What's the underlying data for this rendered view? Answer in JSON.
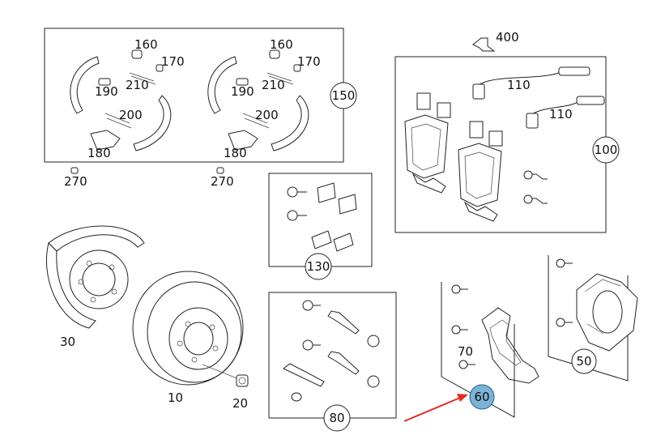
{
  "colors": {
    "highlight": "#7bb3d8",
    "arrow": "#e32b22",
    "line": "#222222"
  },
  "callouts": {
    "c10": "10",
    "c20": "20",
    "c30": "30",
    "c50": "50",
    "c60": "60",
    "c70": "70",
    "c80": "80",
    "c100": "100",
    "c110a": "110",
    "c110b": "110",
    "c130": "130",
    "c150": "150",
    "c160a": "160",
    "c160b": "160",
    "c170a": "170",
    "c170b": "170",
    "c180a": "180",
    "c180b": "180",
    "c190a": "190",
    "c190b": "190",
    "c200a": "200",
    "c200b": "200",
    "c210a": "210",
    "c210b": "210",
    "c270a": "270",
    "c270b": "270",
    "c400": "400"
  },
  "selected_part": "60"
}
